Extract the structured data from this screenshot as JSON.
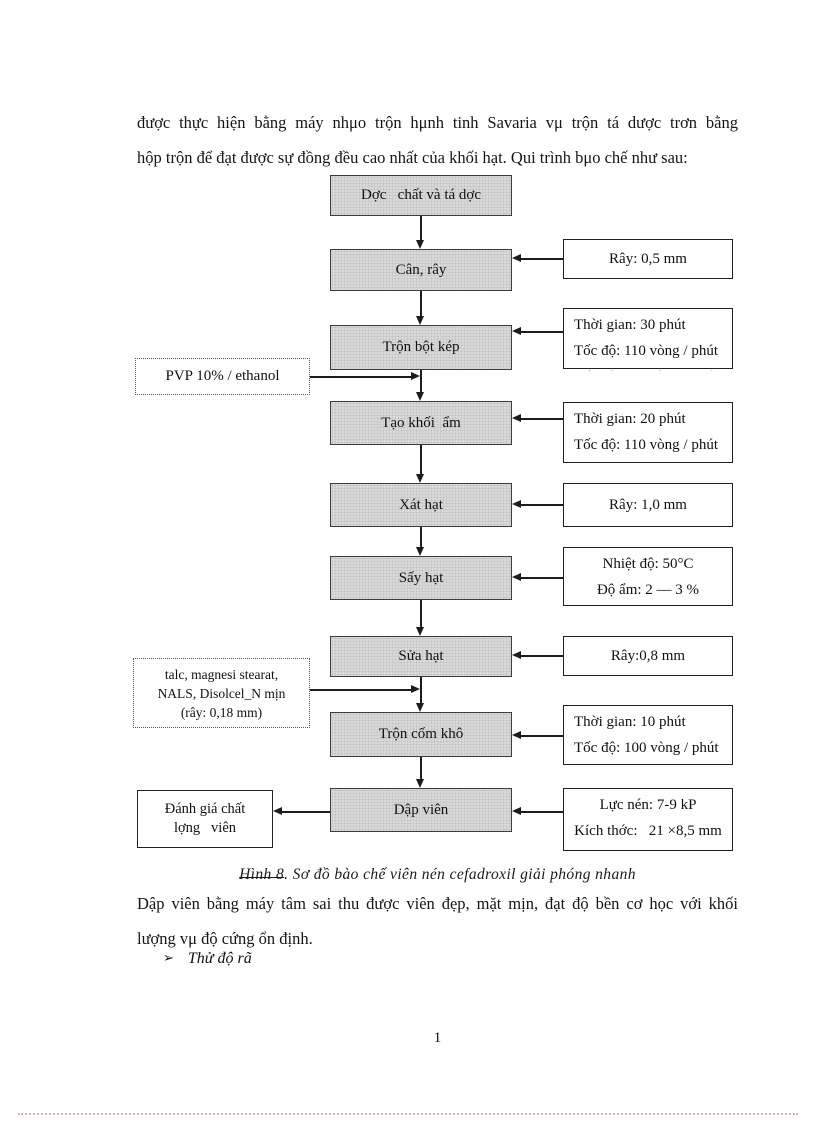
{
  "intro": {
    "line1": "được thực hiện bằng máy nhμo trộn hμnh tinh Savaria vμ trộn tá dược trơn bằng",
    "line2": "hộp trộn để đạt được sự đồng đều cao nhất của khối hạt.  Qui trình bμo chế như sau:"
  },
  "flowchart": {
    "steps": [
      {
        "label": "Dợc   chất và tá dợc"
      },
      {
        "label": "Cân, rây"
      },
      {
        "label": "Trộn bột kép"
      },
      {
        "label": "Tạo khối  ẩm"
      },
      {
        "label": "Xát hạt"
      },
      {
        "label": "Sấy hạt"
      },
      {
        "label": "Sửa hạt"
      },
      {
        "label": "Trộn cốm khô"
      },
      {
        "label": "Dập viên"
      }
    ],
    "params": [
      {
        "lines": [
          "Rây: 0,5 mm"
        ]
      },
      {
        "lines": [
          "Thời gian: 30 phút",
          "Tốc độ: 110 vòng / phút"
        ]
      },
      {
        "lines": [
          "Thời gian: 20 phút",
          "Tốc độ: 110 vòng / phút"
        ]
      },
      {
        "lines": [
          "Rây: 1,0 mm"
        ]
      },
      {
        "lines": [
          "Nhiệt độ: 50°C",
          "Độ ẩm: 2 — 3 %"
        ]
      },
      {
        "lines": [
          "Rây:0,8 mm"
        ]
      },
      {
        "lines": [
          "Thời gian: 10 phút",
          "Tốc độ: 100 vòng / phút"
        ]
      },
      {
        "lines": [
          "Lực nén: 7-9 kP",
          "Kích thớc:   21 ×8,5 mm"
        ]
      }
    ],
    "inputs": [
      {
        "lines": [
          "PVP 10% / ethanol"
        ]
      },
      {
        "lines": [
          "talc, magnesi stearat,",
          "NALS, Disolcel_N mịn",
          "(rây: 0,18 mm)"
        ]
      }
    ],
    "output": {
      "lines": [
        "Đánh giá chất",
        "lợng   viên"
      ]
    }
  },
  "caption": {
    "label": "Hình 8",
    "rest": ". Sơ đồ bào chế viên nén cefadroxil giải phóng nhanh"
  },
  "body": {
    "line1": "Dập viên bằng máy tâm sai thu được viên đẹp, mặt mịn, đạt độ bền cơ học với khối",
    "line2": "lượng vμ độ cứng ổn định."
  },
  "bullet": {
    "marker": "➢",
    "text": "Thử độ rã"
  },
  "footer": {
    "page_number": "1"
  }
}
